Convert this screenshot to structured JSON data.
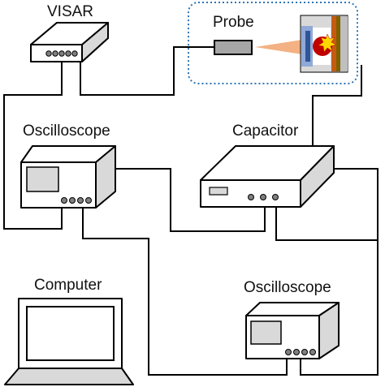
{
  "labels": {
    "visar": "VISAR",
    "probe": "Probe",
    "oscilloscope_1": "Oscilloscope",
    "capacitor": "Capacitor",
    "computer": "Computer",
    "oscilloscope_2": "Oscilloscope"
  },
  "colors": {
    "device_fill": "#ffffff",
    "device_side": "#d9d9d9",
    "screen": "#d9d9d9",
    "button": "#7f7f7f",
    "probe_body": "#a6a6a6",
    "beam": "#f4b183",
    "dashed_border": "#2e75b6",
    "target_red": "#c00000",
    "flash_yellow": "#ffd700"
  }
}
